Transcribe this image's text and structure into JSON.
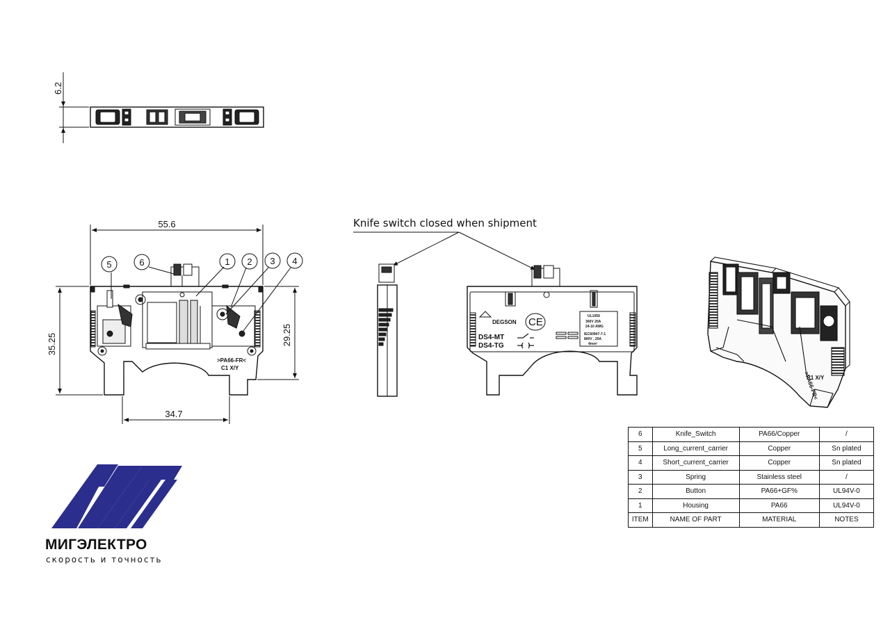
{
  "dimensions": {
    "thickness": "6.2",
    "width": "55.6",
    "height_total": "35.25",
    "height_rail": "29.25",
    "rail_width": "34.7"
  },
  "callouts": [
    "1",
    "2",
    "3",
    "4",
    "5",
    "6"
  ],
  "annotation": "Knife switch closed when shipment",
  "housing_marking": {
    "material": ">PA66-FR<",
    "class": "C1 X/Y"
  },
  "front_label": {
    "brand": "DEGSON",
    "ce": "CE",
    "model_1": "DS4-MT",
    "model_2": "DS4-TG",
    "ul": "UL1059",
    "rating_1": "300V  20A",
    "rating_2": "24-10 AWG",
    "iec": "IEC60947-7-1",
    "rating_3": "800V , 20A",
    "rating_4": "4mm²"
  },
  "bom": {
    "rows": [
      {
        "item": "6",
        "name": "Knife_Switch",
        "material": "PA66/Copper",
        "notes": "/"
      },
      {
        "item": "5",
        "name": "Long_current_carrier",
        "material": "Copper",
        "notes": "Sn plated"
      },
      {
        "item": "4",
        "name": "Short_current_carrier",
        "material": "Copper",
        "notes": "Sn plated"
      },
      {
        "item": "3",
        "name": "Spring",
        "material": "Stainless steel",
        "notes": "/"
      },
      {
        "item": "2",
        "name": "Button",
        "material": "PA66+GF%",
        "notes": "UL94V-0"
      },
      {
        "item": "1",
        "name": "Housing",
        "material": "PA66",
        "notes": "UL94V-0"
      }
    ],
    "header": {
      "item": "ITEM",
      "name": "NAME OF PART",
      "material": "MATERIAL",
      "notes": "NOTES"
    }
  },
  "logo": {
    "name": "МИГЭЛЕКТРО",
    "tagline": "скорость и точность",
    "color": "#2b2e8c"
  }
}
